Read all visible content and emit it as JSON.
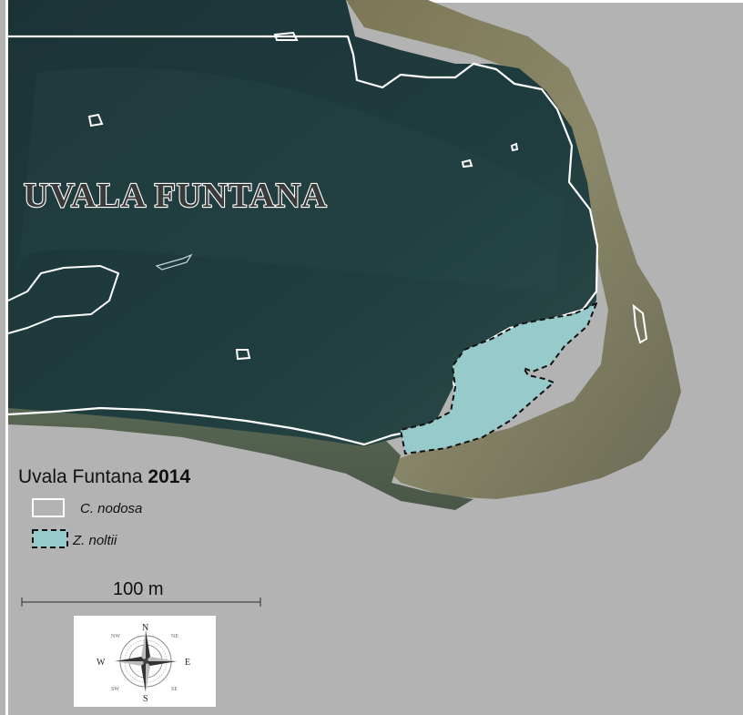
{
  "map": {
    "place_label": "UVALA FUNTANA",
    "colors": {
      "background": "#b3b3b3",
      "sea": "#1d3a3c",
      "land_tone": "#6f6c4e",
      "z_noltii_fill": "#96cacb",
      "c_nodosa_outline": "#ffffff"
    }
  },
  "legend": {
    "title_prefix": "Uvala Funtana ",
    "title_year": "2014",
    "items": [
      {
        "label": "C. nodosa",
        "symbol": "white-outline-box"
      },
      {
        "label": "Z. noltii",
        "symbol": "dashed-outline-light-blue-box"
      }
    ]
  },
  "scale_bar": {
    "label": "100 m"
  },
  "compass": {
    "north": "N",
    "south": "S",
    "east": "E",
    "west": "W",
    "ne": "NE",
    "nw": "NW",
    "se": "SE",
    "sw": "SW",
    "icon": "compass-rose-icon"
  }
}
